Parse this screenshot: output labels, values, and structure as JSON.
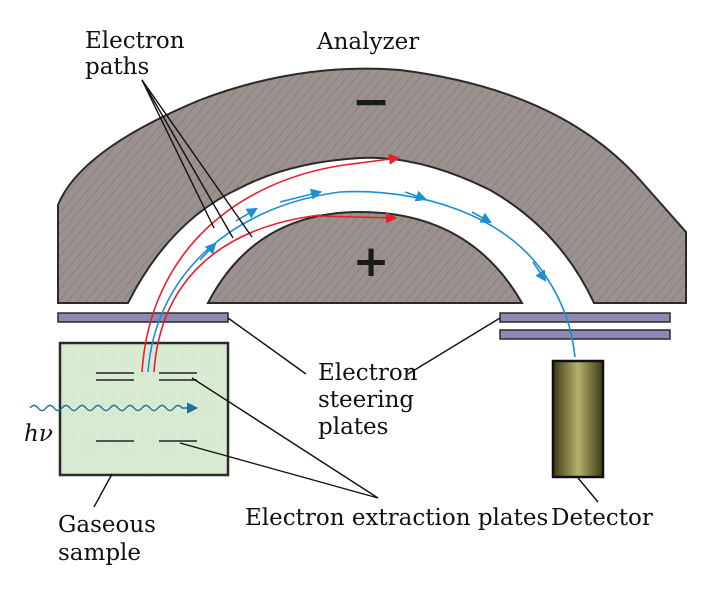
{
  "labels": {
    "electron_paths": [
      "Electron",
      "paths"
    ],
    "analyzer": "Analyzer",
    "minus_sign": "−",
    "plus_sign": "+",
    "steering_plates": [
      "Electron",
      "steering",
      "plates"
    ],
    "photon": "hν",
    "gaseous_sample": [
      "Gaseous",
      "sample"
    ],
    "extraction_plates": "Electron extraction plates",
    "detector": "Detector"
  },
  "colors": {
    "analyzer_fill": "#9b918e",
    "analyzer_stroke": "#2a2a2a",
    "sample_fill": "#d8ead2",
    "steering_plate_fill": "#8d88b4",
    "red_path": "#e8202e",
    "blue_path": "#1d8ed3",
    "detector_dark": "#3c3a14",
    "detector_light": "#b6b06c"
  }
}
